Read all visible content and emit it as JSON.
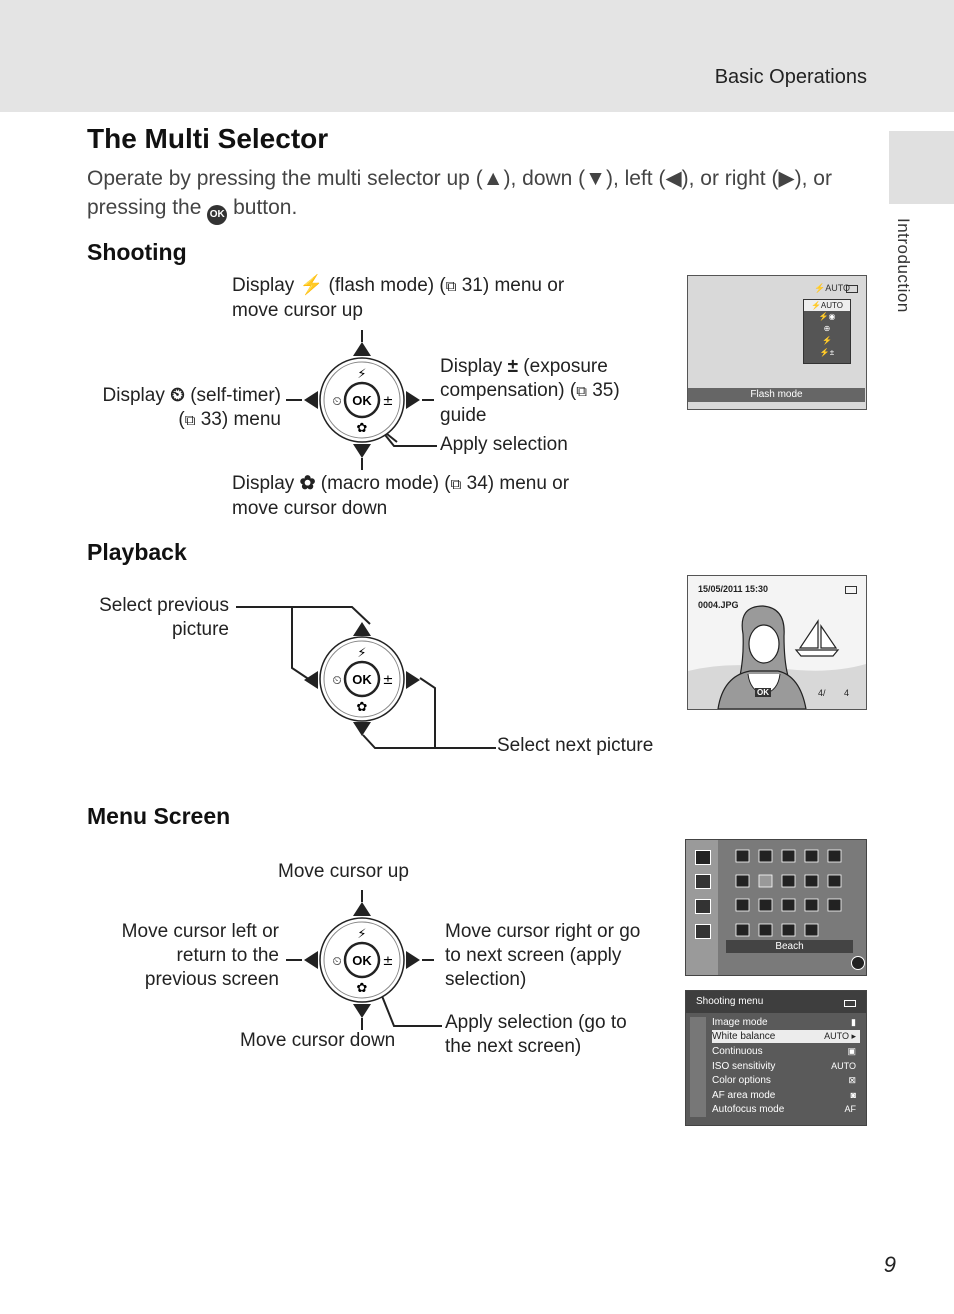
{
  "header": {
    "section": "Basic Operations",
    "side_tab": "Introduction"
  },
  "title": "The Multi Selector",
  "intro": {
    "part1": "Operate by pressing the multi selector up (▲), down (▼), left (◀), or right (▶), or pressing the ",
    "ok": "OK",
    "part2": " button."
  },
  "shooting": {
    "heading": "Shooting",
    "up_pre": "Display ",
    "up_sym": "⚡",
    "up_post": " (flash mode) (",
    "up_book": "⧉",
    "up_ref": " 31) menu or",
    "up_line2": "move cursor up",
    "left_pre": "Display ",
    "left_sym": "⏲",
    "left_post": " (self-timer)",
    "left_line2_pre": "(",
    "left_book": "⧉",
    "left_line2_post": " 33) menu",
    "right_pre": "Display ",
    "right_sym": "±",
    "right_post": " (exposure",
    "right_line2_pre": "compensation) (",
    "right_book": "⧉",
    "right_line2_post": " 35)",
    "right_line3": "guide",
    "apply": "Apply selection",
    "down_pre": "Display ",
    "down_sym": "✿",
    "down_post": " (macro mode) (",
    "down_book": "⧉",
    "down_ref": " 34) menu or",
    "down_line2": "move cursor down",
    "lcd": {
      "top_icon": "⚡AUTO",
      "items": [
        "⚡AUTO",
        "⚡◉",
        "⊕",
        "⚡",
        "⚡±"
      ],
      "caption": "Flash mode"
    }
  },
  "playback": {
    "heading": "Playback",
    "prev_line1": "Select previous",
    "prev_line2": "picture",
    "next": "Select next picture",
    "lcd": {
      "datetime": "15/05/2011 15:30",
      "file": "0004.JPG",
      "ok_hint": "OK",
      "counter": "4/",
      "total": "4"
    }
  },
  "menu_screen": {
    "heading": "Menu Screen",
    "up": "Move cursor up",
    "left_line1": "Move cursor left or",
    "left_line2": "return to the",
    "left_line3": "previous screen",
    "right_line1": "Move cursor right or go",
    "right_line2": "to next screen (apply",
    "right_line3": "selection)",
    "apply_line1": "Apply selection (go to",
    "apply_line2": "the next screen)",
    "down": "Move cursor down",
    "scene_caption": "Beach",
    "menu_title": "Shooting menu",
    "menu_items": [
      {
        "label": "Image mode",
        "value": "▮"
      },
      {
        "label": "White balance",
        "value": "AUTO ▸"
      },
      {
        "label": "Continuous",
        "value": "▣"
      },
      {
        "label": "ISO sensitivity",
        "value": "AUTO"
      },
      {
        "label": "Color options",
        "value": "⊠"
      },
      {
        "label": "AF area mode",
        "value": "◙"
      },
      {
        "label": "Autofocus mode",
        "value": "AF"
      }
    ]
  },
  "selector": {
    "ok": "OK",
    "up": "⚡",
    "left": "⏲",
    "right": "±",
    "down": "✿"
  },
  "page_number": "9"
}
